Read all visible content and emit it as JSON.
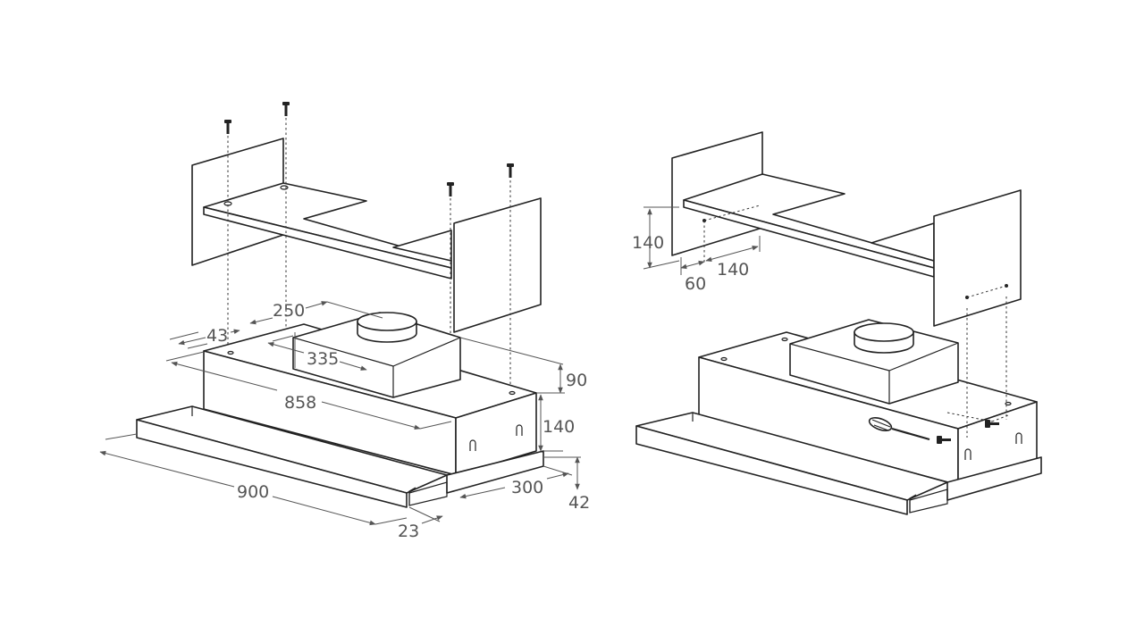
{
  "diagram": {
    "left_view": {
      "dimensions": {
        "d250": "250",
        "d43": "43",
        "d335": "335",
        "d858": "858",
        "d90": "90",
        "d140": "140",
        "d900": "900",
        "d300": "300",
        "d42": "42",
        "d23": "23"
      }
    },
    "right_view": {
      "dimensions": {
        "d140v": "140",
        "d140h": "140",
        "d60": "60"
      }
    },
    "colors": {
      "line": "#222222",
      "dimension": "#555555",
      "background": "#ffffff"
    }
  }
}
